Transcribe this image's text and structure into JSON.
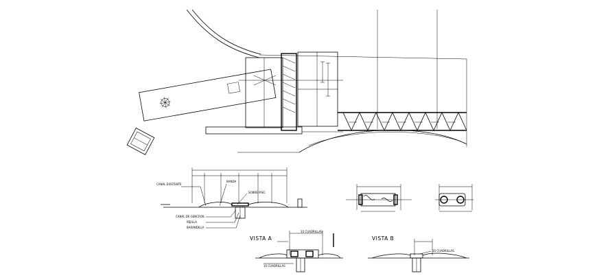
{
  "labels": {
    "canal_existente": "CANAL EXISTENTE",
    "canal_de_gencroil": "CANAL DE GENCROIL",
    "rejilla": "REJILLA",
    "barandilla": "BARANDILLA",
    "banda": "BANDA",
    "sobre_piso": "SOBRE PISO",
    "vista_a": "VISTA A",
    "vista_b": "VISTA B",
    "cuadrillas_a": "10 CUADRILLAS",
    "cuadrillas_b": "10 CUADRILLAS",
    "cuadrillas_c": "10 CUADRILLAS"
  }
}
